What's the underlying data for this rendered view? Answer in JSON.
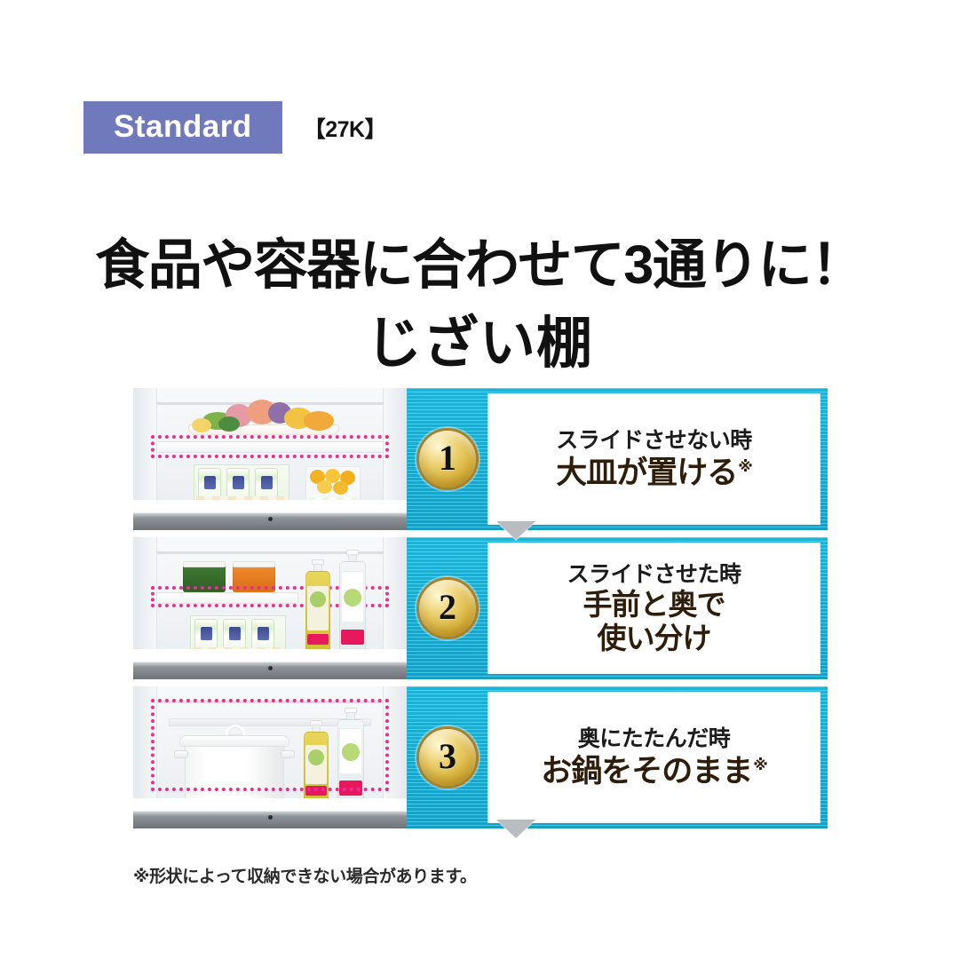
{
  "header": {
    "badge_label": "Standard",
    "model_code": "【27K】",
    "badge_color": "#7179bd"
  },
  "title": {
    "line1": "食品や容器に合わせて3通りに！",
    "line2": "じざい棚"
  },
  "theme": {
    "panel_cyan": "#1aa9cf",
    "highlight_magenta": "#e5308f",
    "medal_gold": "#e4c25d",
    "arrow_gray": "#b9bdc1"
  },
  "rows": [
    {
      "number": "1",
      "kicker": "スライドさせない時",
      "headline": "大皿が置ける",
      "note_mark": "※",
      "photo_caption": "スライドさせない状態の棚に大皿を置いた冷蔵庫庫内",
      "highlight": "棚全体"
    },
    {
      "number": "2",
      "kicker": "スライドさせた時",
      "headline_line1": "手前と奥で",
      "headline_line2": "使い分け",
      "note_mark": "",
      "photo_caption": "棚をスライドさせて手前と奥で使い分ける冷蔵庫庫内",
      "highlight": "棚の左半分"
    },
    {
      "number": "3",
      "kicker": "奥にたたんだ時",
      "headline": "お鍋をそのまま",
      "note_mark": "※",
      "photo_caption": "棚を奥にたたんで鍋を置いた冷蔵庫庫内",
      "highlight": "庫内上部スペース"
    }
  ],
  "footnote": "※形状によって収納できない場合があります。"
}
